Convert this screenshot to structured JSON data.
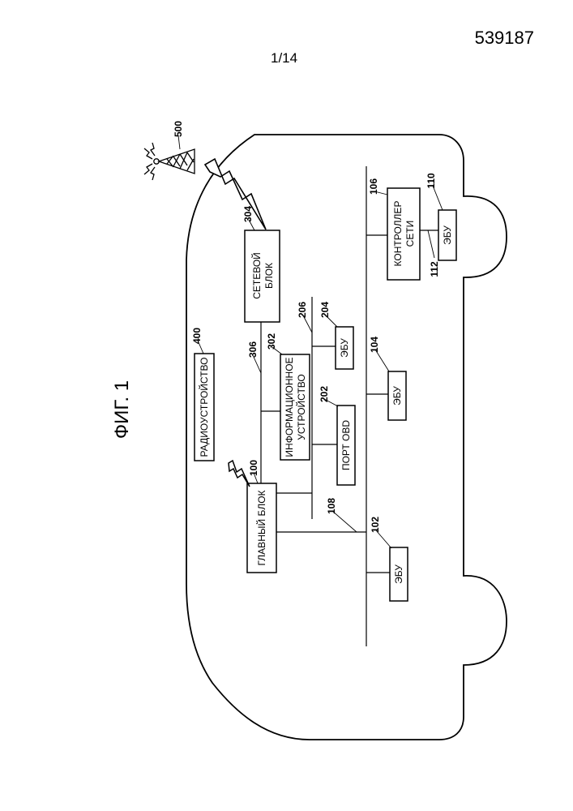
{
  "header": {
    "document_number": "539187",
    "sheet": "1/14"
  },
  "figure": {
    "title": "ФИГ. 1",
    "blocks": {
      "main_unit": {
        "label": "ГЛАВНЫЙ БЛОК",
        "ref": "100"
      },
      "radio": {
        "label": "РАДИОУСТРОЙСТВО",
        "ref": "400"
      },
      "network_unit": {
        "line1": "СЕТЕВОЙ",
        "line2": "БЛОК",
        "ref": "304"
      },
      "info_device": {
        "line1": "ИНФОРМАЦИОННОЕ",
        "line2": "УСТРОЙСТВО",
        "ref": "302"
      },
      "obd_port": {
        "label": "ПОРТ OBD",
        "ref": "202"
      },
      "ecu_204": {
        "label": "ЭБУ",
        "ref": "204"
      },
      "ecu_104": {
        "label": "ЭБУ",
        "ref": "104"
      },
      "ecu_102": {
        "label": "ЭБУ",
        "ref": "102"
      },
      "network_controller": {
        "line1": "КОНТРОЛЛЕР",
        "line2": "СЕТИ",
        "ref": "106"
      },
      "ecu_110": {
        "label": "ЭБУ",
        "ref": "110"
      }
    },
    "refs": {
      "tower": "500",
      "bus_108": "108",
      "line_306": "306",
      "line_206": "206",
      "line_112": "112"
    }
  }
}
